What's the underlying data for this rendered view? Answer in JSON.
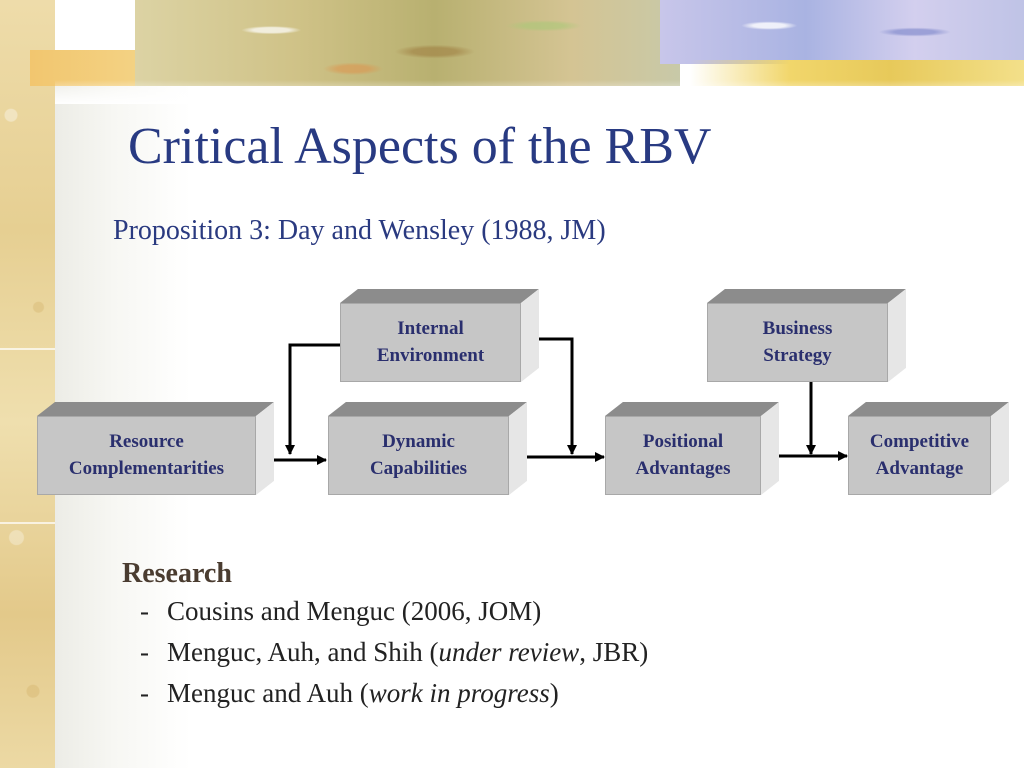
{
  "slide": {
    "title": "Critical Aspects of the RBV",
    "subtitle": "Proposition 3: Day and Wensley (1988, JM)"
  },
  "diagram": {
    "boxes": {
      "internal_environment": [
        "Internal",
        "Environment"
      ],
      "business_strategy": [
        "Business",
        "Strategy"
      ],
      "resource_complementarities": [
        "Resource",
        "Complementarities"
      ],
      "dynamic_capabilities": [
        "Dynamic",
        "Capabilities"
      ],
      "positional_advantages": [
        "Positional",
        "Advantages"
      ],
      "competitive_advantage": [
        "Competitive",
        "Advantage"
      ]
    },
    "colors": {
      "box_front": "#c6c6c6",
      "box_top": "#8c8c8c",
      "box_side": "#e6e6e6",
      "box_text": "#2a2f6e",
      "arrow": "#000000"
    }
  },
  "research": {
    "heading": "Research",
    "items": [
      {
        "dash": "-",
        "text": "Cousins and Menguc (2006, JOM)"
      },
      {
        "dash": "-",
        "before": "Menguc, Auh, and Shih (",
        "italic": "under review",
        "after": ", JBR)"
      },
      {
        "dash": "-",
        "before": "Menguc and Auh (",
        "italic": "work in progress",
        "after": ")"
      }
    ]
  },
  "theme": {
    "title_color": "#283a82",
    "research_heading_color": "#4a3c30"
  }
}
